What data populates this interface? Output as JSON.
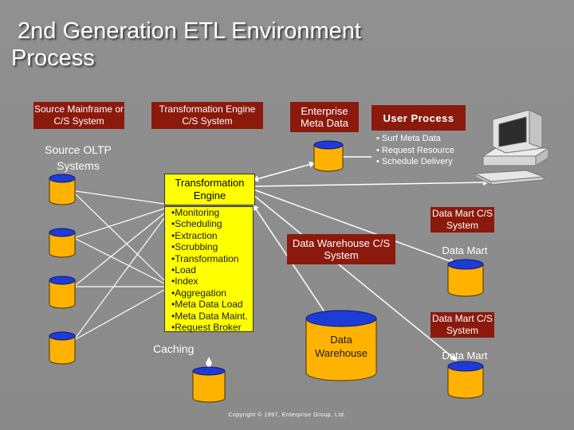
{
  "title": {
    "line1": "2nd Generation ETL Environment",
    "line2": "Process"
  },
  "boxes": {
    "source_mainframe": "Source Mainframe or C/S System",
    "transformation_engine_cs": "Transformation Engine C/S System",
    "enterprise_meta_data": "Enterprise Meta Data",
    "user_process": "User Process",
    "data_mart_cs_1": "Data Mart C/S System",
    "data_mart_cs_2": "Data Mart C/S System",
    "data_warehouse_cs": "Data Warehouse C/S System"
  },
  "labels": {
    "source_oltp": "Source OLTP Systems",
    "caching": "Caching",
    "data_warehouse": "Data Warehouse",
    "data_mart_1": "Data Mart",
    "data_mart_2": "Data Mart"
  },
  "user_process_items": [
    "• Surf Meta Data",
    "• Request Resource",
    "• Schedule Delivery"
  ],
  "transformation_engine": {
    "header": "Transformation Engine",
    "items": [
      "•Monitoring",
      "•Scheduling",
      "•Extraction",
      "•Scrubbing",
      "•Transformation",
      "•Load",
      "•Index",
      "•Aggregation",
      "•Meta Data Load",
      "•Meta Data Maint.",
      "•Request Broker"
    ]
  },
  "copyright": "Copyright © 1997, Enterprise Group, Ltd.",
  "colors": {
    "background": "#8e8e8e",
    "red_box": "#8b1a0d",
    "yellow": "#ffff00",
    "cylinder": "#ffb300",
    "cylinder_top": "#1f3bd6"
  }
}
